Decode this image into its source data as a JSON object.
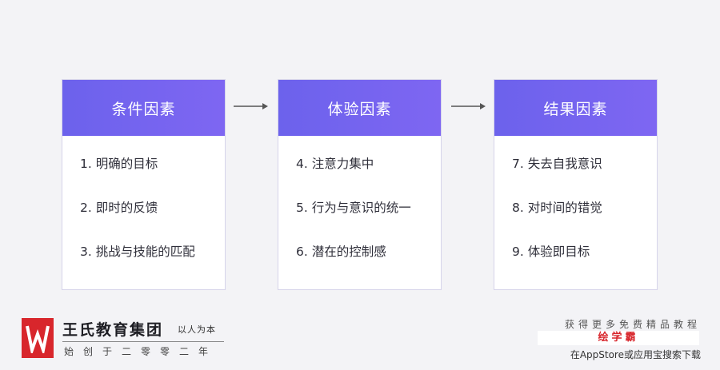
{
  "cards": [
    {
      "title": "条件因素",
      "items": [
        "1. 明确的目标",
        "2. 即时的反馈",
        "3. 挑战与技能的匹配"
      ]
    },
    {
      "title": "体验因素",
      "items": [
        "4. 注意力集中",
        "5. 行为与意识的统一",
        "6. 潜在的控制感"
      ]
    },
    {
      "title": "结果因素",
      "items": [
        "7. 失去自我意识",
        "8. 对时间的错觉",
        "9. 体验即目标"
      ]
    }
  ],
  "footer_left": {
    "brand": "王氏教育集团",
    "slogan": "以人为本",
    "since": "始创于二零零二年"
  },
  "footer_right": {
    "top": "获得更多免费精品教程",
    "name": "绘学霸",
    "bottom": "在AppStore或应用宝搜索下载"
  },
  "colors": {
    "header_gradient_start": "#6c62ec",
    "header_gradient_end": "#7e66f2",
    "logo_red": "#d8262c"
  }
}
